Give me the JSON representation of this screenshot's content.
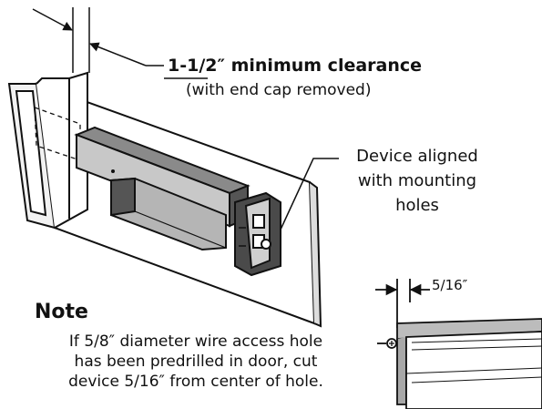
{
  "clearance": {
    "title": "1-1/2″ minimum clearance",
    "subtitle": "(with end cap removed)"
  },
  "device_label": {
    "lines": [
      "Device aligned",
      "with mounting",
      "holes"
    ]
  },
  "note": {
    "title": "Note",
    "lines": [
      "If 5/8″ diameter wire access hole",
      "has been predrilled in door, cut",
      "device 5/16″ from center of hole."
    ]
  },
  "detail": {
    "dimension": "5/16″"
  }
}
